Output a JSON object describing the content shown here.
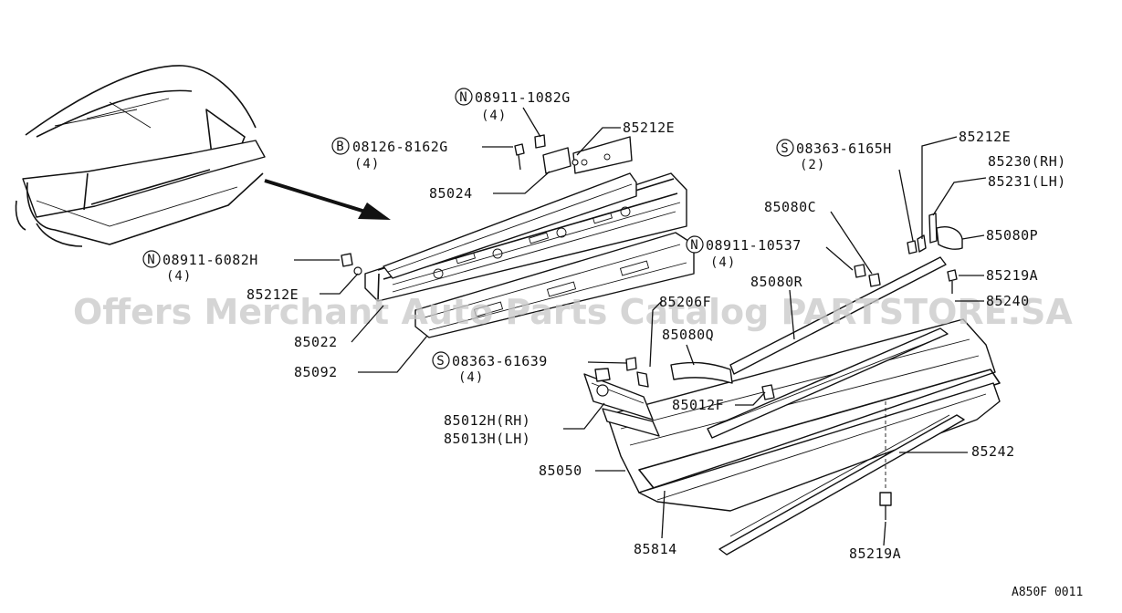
{
  "watermark": "Offers Merchant Auto Parts Catalog PARTSTORE.SA",
  "diagram_ref": "A850F 0011",
  "labels": {
    "n_08911_1082g": {
      "prefix": "N",
      "code": "08911-1082G",
      "qty": "(4)"
    },
    "b_08126_8162g": {
      "prefix": "B",
      "code": "08126-8162G",
      "qty": "(4)"
    },
    "n_08911_6082h": {
      "prefix": "N",
      "code": "08911-6082H",
      "qty": "(4)"
    },
    "s_08363_6165h": {
      "prefix": "S",
      "code": "08363-6165H",
      "qty": "(2)"
    },
    "n_08911_10537": {
      "prefix": "N",
      "code": "08911-10537",
      "qty": "(4)"
    },
    "s_08363_61639": {
      "prefix": "S",
      "code": "08363-61639",
      "qty": "(4)"
    },
    "p85212e_top": "85212E",
    "p85024": "85024",
    "p85212e_left": "85212E",
    "p85022": "85022",
    "p85092": "85092",
    "p85212e_right": "85212E",
    "p85230": "85230(RH)",
    "p85231": "85231(LH)",
    "p85080c": "85080C",
    "p85080p": "85080P",
    "p85219a_top": "85219A",
    "p85240": "85240",
    "p85080r": "85080R",
    "p85206f": "85206F",
    "p85080q": "85080Q",
    "p85012f": "85012F",
    "p85012h": "85012H(RH)",
    "p85013h": "85013H(LH)",
    "p85050": "85050",
    "p85242": "85242",
    "p85814": "85814",
    "p85219a_bottom": "85219A"
  }
}
